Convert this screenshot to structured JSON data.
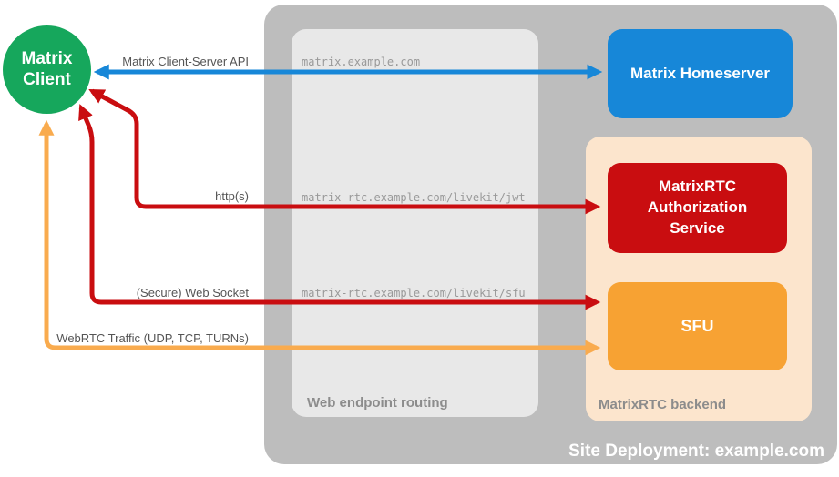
{
  "client": {
    "label": "Matrix Client"
  },
  "site": {
    "label": "Site Deployment: example.com"
  },
  "web_routing": {
    "label": "Web endpoint routing",
    "endpoints": [
      "matrix.example.com",
      "matrix-rtc.example.com/livekit/jwt",
      "matrix-rtc.example.com/livekit/sfu"
    ]
  },
  "homeserver": {
    "label": "Matrix Homeserver"
  },
  "rtc_backend": {
    "label": "MatrixRTC backend",
    "auth_service_label": "MatrixRTC Authorization Service",
    "sfu_label": "SFU"
  },
  "connections": [
    {
      "label": "Matrix Client-Server API",
      "color": "#1787d8",
      "from": "Matrix Client",
      "to": "Matrix Homeserver",
      "bidirectional": true
    },
    {
      "label": "http(s)",
      "color": "#c90d10",
      "from": "Matrix Client",
      "to": "MatrixRTC Authorization Service",
      "bidirectional": true
    },
    {
      "label": "(Secure) Web Socket",
      "color": "#c90d10",
      "from": "Matrix Client",
      "to": "SFU",
      "bidirectional": true
    },
    {
      "label": "WebRTC Traffic (UDP, TCP, TURNs)",
      "color": "#f9ab4e",
      "from": "Matrix Client",
      "to": "SFU",
      "bidirectional": true
    }
  ],
  "colors": {
    "client_green": "#16a75c",
    "homeserver_blue": "#1787d8",
    "auth_red": "#c90d10",
    "sfu_orange": "#f7a233",
    "webrtc_orange": "#f9ab4e",
    "backend_peach": "#fce5cd",
    "site_gray": "#bdbdbd",
    "routing_gray": "#e8e8e8",
    "mono_text_gray": "#999999",
    "section_label_gray": "#8c8c8c",
    "conn_label_gray": "#555555"
  }
}
